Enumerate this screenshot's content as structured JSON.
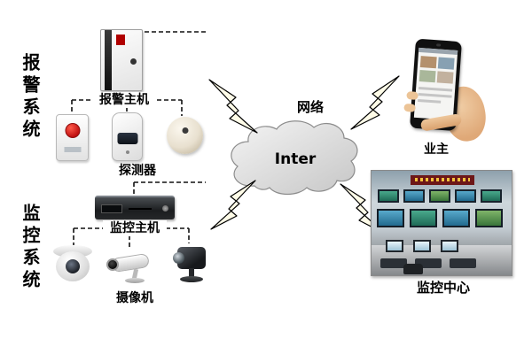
{
  "diagram": {
    "systems": {
      "alarm": "报警系统",
      "monitor": "监控系统"
    },
    "alarm_group": {
      "host": "报警主机",
      "devices": "探测器"
    },
    "monitor_group": {
      "host": "监控主机",
      "devices": "摄像机"
    },
    "network": {
      "caption": "网络",
      "cloud_text": "Inter"
    },
    "endpoints": {
      "owner": "业主",
      "monitor_center": "监控中心"
    }
  },
  "colors": {
    "background": "#ffffff",
    "text": "#000000",
    "cloud_fill": "#d9d9d9",
    "lightning_fill": "#fffce8",
    "panic_button_red": "#c01010",
    "banner_red": "#6d1717"
  }
}
